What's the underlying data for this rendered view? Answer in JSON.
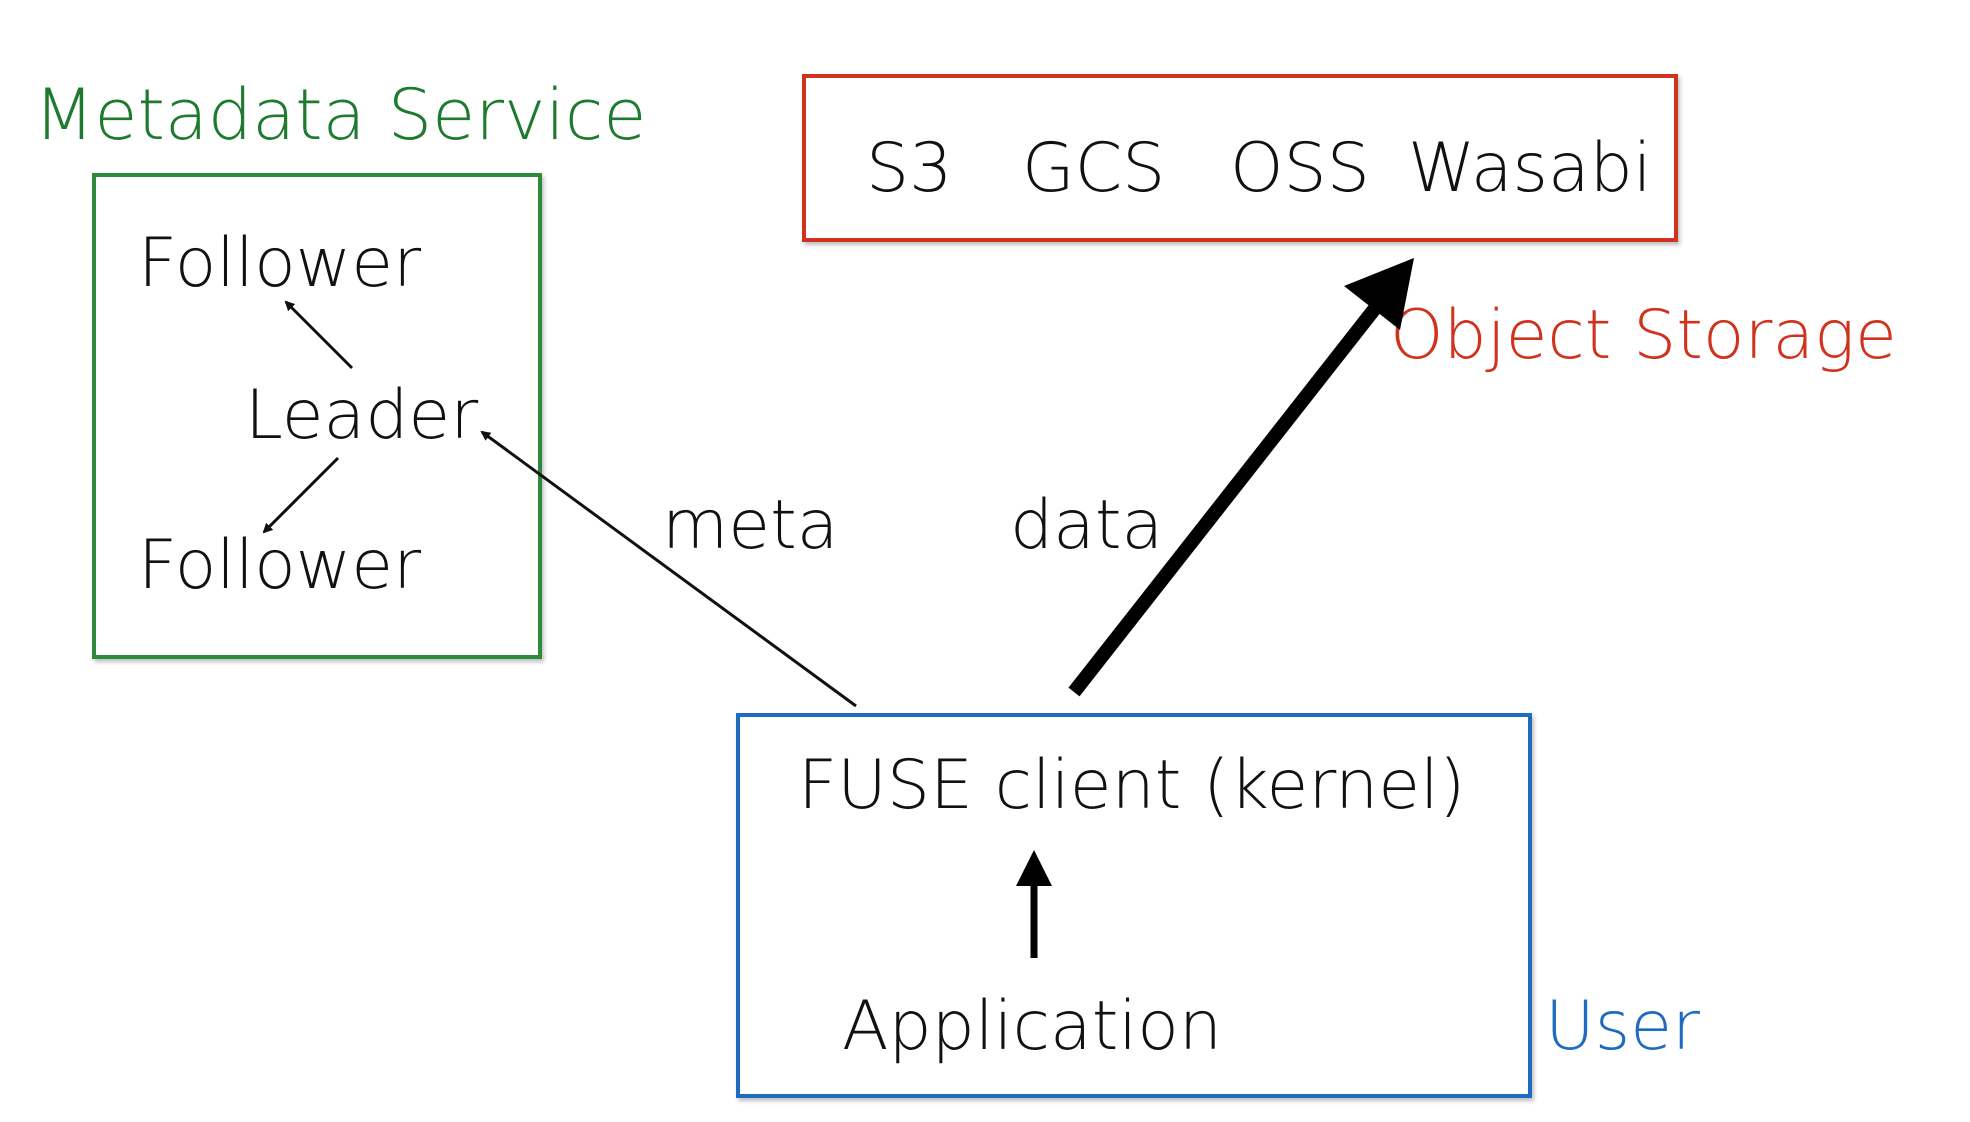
{
  "metadata_service": {
    "title": "Metadata Service",
    "nodes": {
      "follower_top": "Follower",
      "leader": "Leader",
      "follower_bottom": "Follower"
    }
  },
  "object_storage": {
    "title": "Object Storage",
    "providers": [
      "S3",
      "GCS",
      "OSS",
      "Wasabi"
    ]
  },
  "user": {
    "title": "User",
    "fuse_client": "FUSE client (kernel)",
    "application": "Application"
  },
  "edges": {
    "meta_label": "meta",
    "data_label": "data"
  },
  "colors": {
    "metadata": "#1e7a2e",
    "storage": "#d0321e",
    "user": "#1e6cc0",
    "text": "#111111"
  }
}
